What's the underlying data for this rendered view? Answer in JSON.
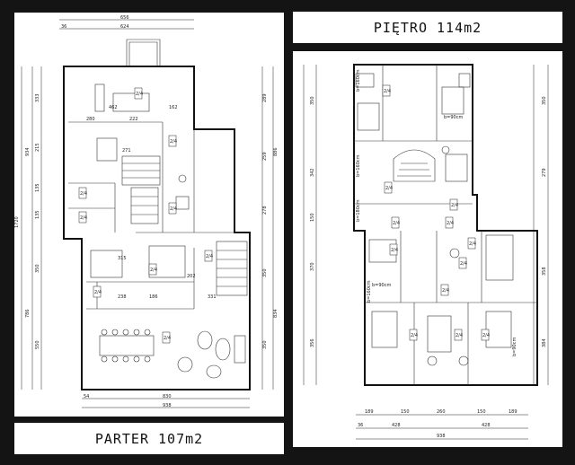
{
  "titles": {
    "upper_floor": "PIĘTRO 114m2",
    "ground_floor": "PARTER 107m2"
  },
  "ground_plan": {
    "dims_top": [
      "656",
      "36",
      "624"
    ],
    "dims_left": [
      "1720",
      "934",
      "786",
      "333",
      "215",
      "135",
      "135",
      "350",
      "550"
    ],
    "dims_right": [
      "886",
      "834",
      "289",
      "259",
      "278",
      "350",
      "350"
    ],
    "dims_bottom": [
      "938",
      "830",
      "54"
    ],
    "room_labels": [
      "2/4",
      "2/4",
      "2/4",
      "2/4",
      "2/4",
      "2/4",
      "2/4",
      "2/4",
      "2/4"
    ],
    "inner_dims": [
      "462",
      "162",
      "280",
      "222",
      "271",
      "315",
      "186",
      "202",
      "238",
      "331"
    ]
  },
  "upper_plan": {
    "dims_top": [],
    "dims_left": [
      "350",
      "342",
      "150",
      "370",
      "356"
    ],
    "dims_right": [
      "350",
      "279",
      "358",
      "384"
    ],
    "dims_bottom": [
      "189",
      "150",
      "260",
      "150",
      "189",
      "428",
      "428",
      "938",
      "36"
    ],
    "room_labels": [
      "2/4",
      "2/4",
      "2/4",
      "2/4",
      "2/4",
      "2/4",
      "2/4",
      "2/4",
      "2/4",
      "2/4",
      "2/4",
      "2/4"
    ],
    "bed_labels": [
      "b=160cm",
      "b=160cm",
      "b=180cm",
      "b=90cm",
      "b=160cm",
      "b=90cm",
      "b=90cm"
    ]
  }
}
